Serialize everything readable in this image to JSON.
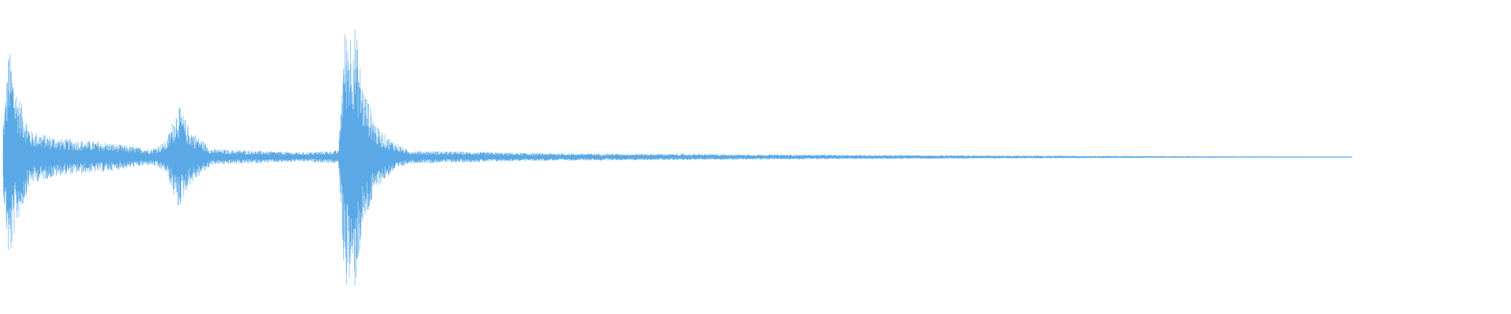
{
  "waveform": {
    "color": "#5aa9e6",
    "background": "#ffffff",
    "envelope": [
      {
        "t": 0.0,
        "amp": 0.02
      },
      {
        "t": 0.003,
        "amp": 0.38
      },
      {
        "t": 0.006,
        "amp": 0.84
      },
      {
        "t": 0.01,
        "amp": 0.55
      },
      {
        "t": 0.02,
        "amp": 0.2
      },
      {
        "t": 0.04,
        "amp": 0.14
      },
      {
        "t": 0.07,
        "amp": 0.11
      },
      {
        "t": 0.1,
        "amp": 0.06
      },
      {
        "t": 0.11,
        "amp": 0.12
      },
      {
        "t": 0.118,
        "amp": 0.4
      },
      {
        "t": 0.125,
        "amp": 0.22
      },
      {
        "t": 0.14,
        "amp": 0.06
      },
      {
        "t": 0.2,
        "amp": 0.035
      },
      {
        "t": 0.224,
        "amp": 0.05
      },
      {
        "t": 0.228,
        "amp": 0.95
      },
      {
        "t": 0.235,
        "amp": 1.0
      },
      {
        "t": 0.24,
        "amp": 0.55
      },
      {
        "t": 0.25,
        "amp": 0.22
      },
      {
        "t": 0.26,
        "amp": 0.12
      },
      {
        "t": 0.27,
        "amp": 0.05
      },
      {
        "t": 0.35,
        "amp": 0.03
      },
      {
        "t": 0.5,
        "amp": 0.02
      },
      {
        "t": 0.65,
        "amp": 0.012
      },
      {
        "t": 0.8,
        "amp": 0.006
      },
      {
        "t": 0.89,
        "amp": 0.003
      },
      {
        "t": 0.895,
        "amp": 0.0
      }
    ]
  }
}
